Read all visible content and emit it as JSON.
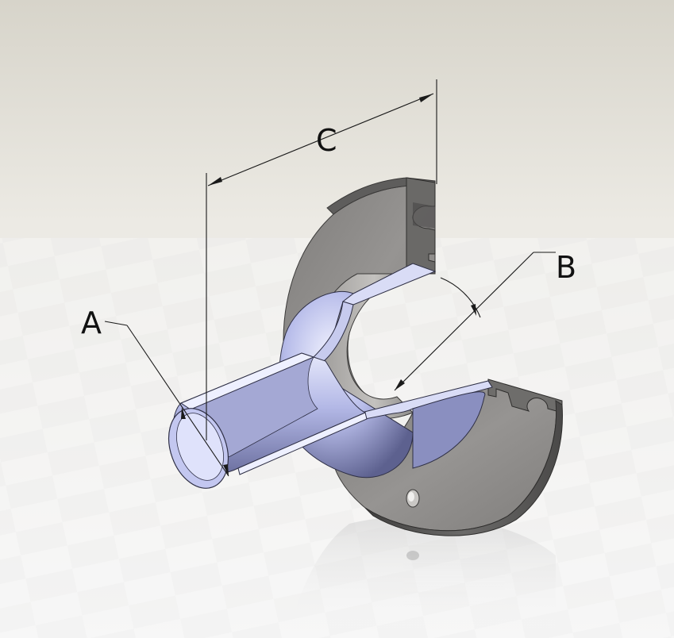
{
  "labels": {
    "a": "A",
    "b": "B",
    "c": "C"
  },
  "colors": {
    "background_top": "#dcd9cf",
    "background_bottom": "#f7f7f7",
    "flange_face": "#8f8d8b",
    "flange_edge": "#5c5b5a",
    "tube_blue": "#b9bde8",
    "tube_cut": "#d9dcf6",
    "tube_inner": "#9ea2c6"
  }
}
